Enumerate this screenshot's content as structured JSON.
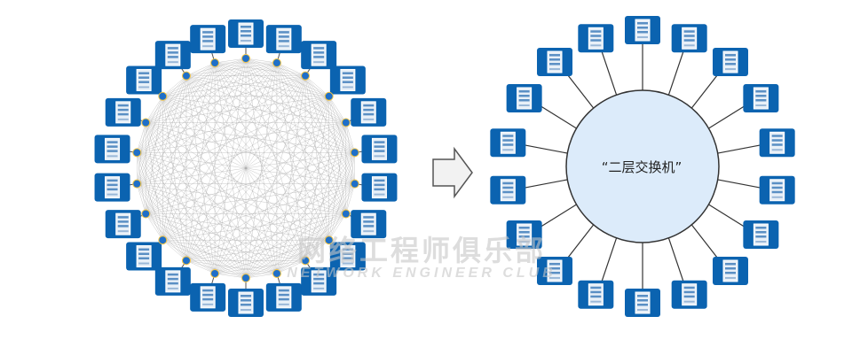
{
  "diagram": {
    "left_mesh": {
      "node_count": 22
    },
    "arrow": {
      "direction": "right"
    },
    "right_star": {
      "node_count": 18,
      "hub_label": "“二层交换机”"
    },
    "colors": {
      "device_blue": "#0b63b0",
      "device_light": "#e8f0f8",
      "port_dot": "#1f6fc8",
      "mesh_line": "#9a9a9a",
      "hub_fill": "#dcebfa",
      "hub_stroke": "#333333",
      "link": "#333333",
      "arrow_fill": "#f2f2f2",
      "arrow_stroke": "#555555"
    }
  },
  "watermark": {
    "line1": "网络工程师俱乐部",
    "line2": "NETWORK ENGINEER CLUB"
  }
}
